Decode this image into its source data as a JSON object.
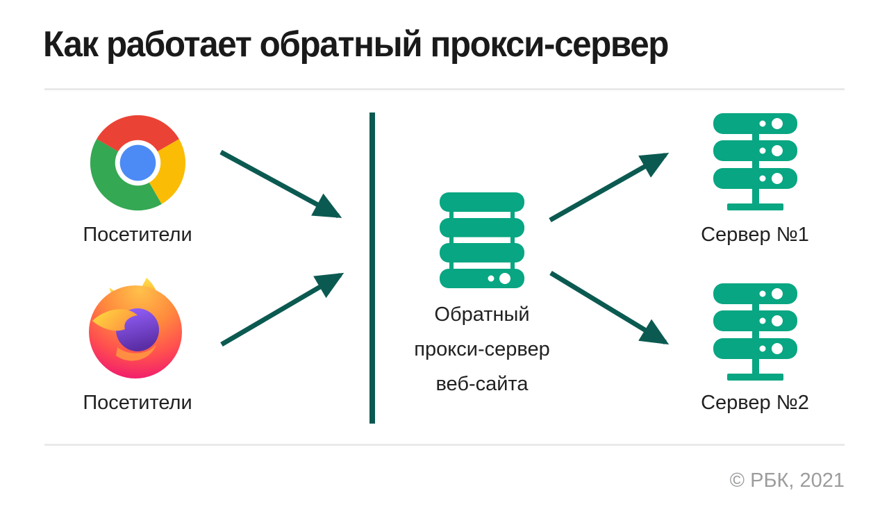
{
  "title": "Как работает обратный прокси-сервер",
  "diagram": {
    "left_column": {
      "items": [
        {
          "icon": "chrome-logo",
          "label": "Посетители"
        },
        {
          "icon": "firefox-logo",
          "label": "Посетители"
        }
      ]
    },
    "center": {
      "icon": "proxy-server",
      "label_lines": [
        "Обратный",
        "прокси-сервер",
        "веб-сайта"
      ]
    },
    "right_column": {
      "items": [
        {
          "icon": "server-rack",
          "label": "Сервер №1"
        },
        {
          "icon": "server-rack",
          "label": "Сервер №2"
        }
      ]
    },
    "arrows": [
      {
        "from": "chrome-visitors",
        "to": "proxy-boundary"
      },
      {
        "from": "firefox-visitors",
        "to": "proxy-boundary"
      },
      {
        "from": "proxy-server",
        "to": "server-1"
      },
      {
        "from": "proxy-server",
        "to": "server-2"
      }
    ]
  },
  "footer": {
    "copyright": "© РБК, 2021"
  },
  "colors": {
    "server_green": "#08a682",
    "arrow_teal": "#0b5a51",
    "text": "#212121",
    "divider_gray": "#e9e9e9",
    "footer_gray": "#9b9c9e"
  }
}
